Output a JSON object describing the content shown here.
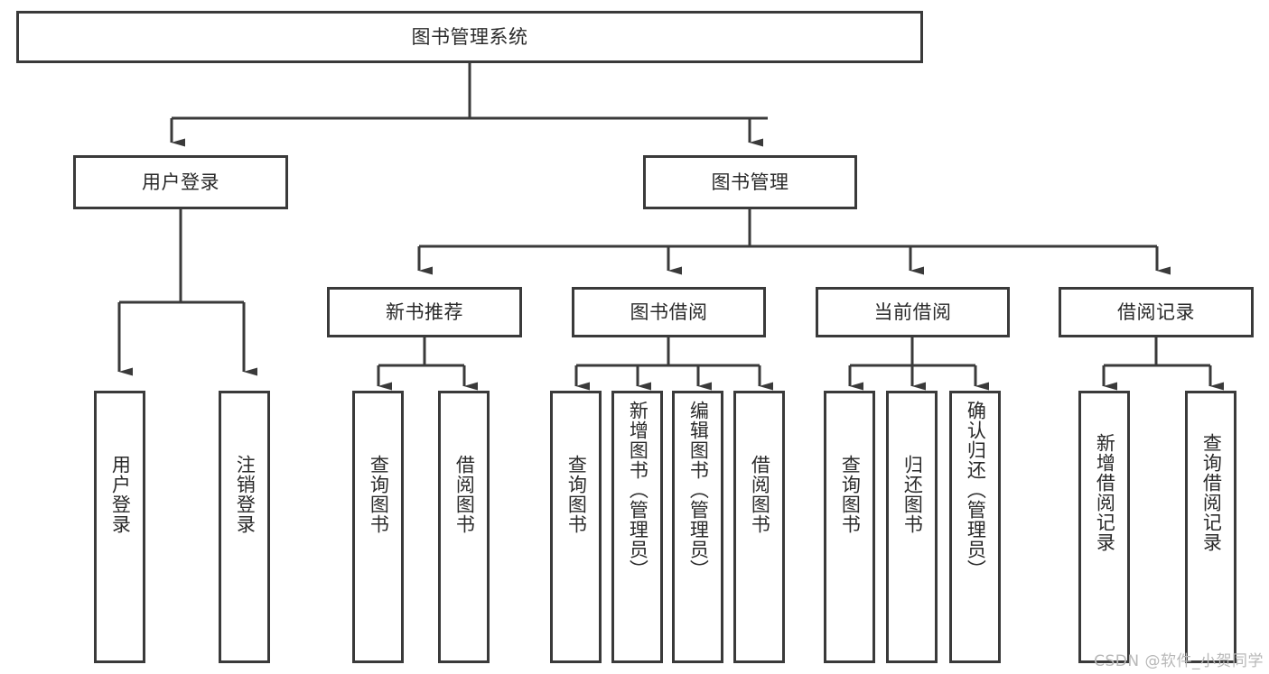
{
  "diagram": {
    "title": "图书管理系统",
    "watermark": "CSDN @软件_小贺同学",
    "colors": {
      "border": "#3a3a3a",
      "text": "#2a2a2a",
      "background": "#ffffff",
      "connector": "#3a3a3a",
      "watermark": "#b8b8b8"
    },
    "root": {
      "label": "图书管理系统"
    },
    "level1": [
      {
        "label": "用户登录"
      },
      {
        "label": "图书管理"
      }
    ],
    "level2": [
      {
        "label": "新书推荐"
      },
      {
        "label": "图书借阅"
      },
      {
        "label": "当前借阅"
      },
      {
        "label": "借阅记录"
      }
    ],
    "leaves": {
      "user_login": [
        {
          "label": "用户登录"
        },
        {
          "label": "注销登录"
        }
      ],
      "new_book_recommend": [
        {
          "label": "查询图书"
        },
        {
          "label": "借阅图书"
        }
      ],
      "book_borrow": [
        {
          "label": "查询图书"
        },
        {
          "label": "新增图书（管理员）"
        },
        {
          "label": "编辑图书（管理员）"
        },
        {
          "label": "借阅图书"
        }
      ],
      "current_borrow": [
        {
          "label": "查询图书"
        },
        {
          "label": "归还图书"
        },
        {
          "label": "确认归还（管理员）"
        }
      ],
      "borrow_record": [
        {
          "label": "新增借阅记录"
        },
        {
          "label": "查询借阅记录"
        }
      ]
    }
  }
}
